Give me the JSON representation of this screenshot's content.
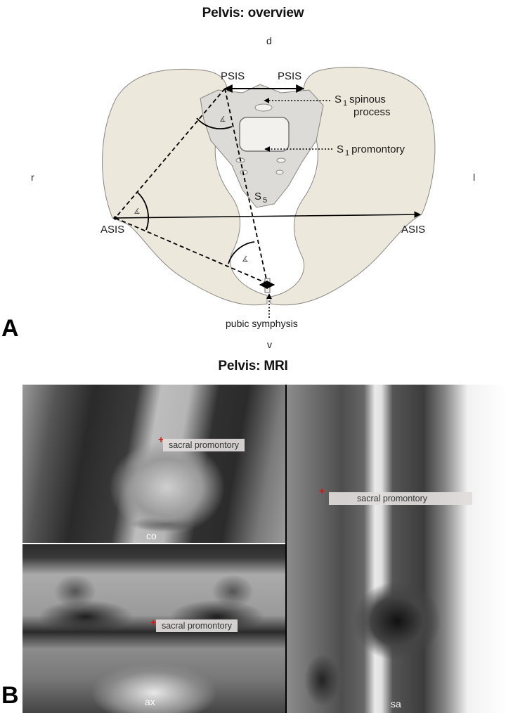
{
  "panel_a": {
    "letter": "A",
    "title": "Pelvis: overview",
    "orientation": {
      "dorsal": "d",
      "ventral": "v",
      "right": "r",
      "left": "l"
    },
    "labels": {
      "psis_left": "PSIS",
      "psis_right": "PSIS",
      "s1_spinous_line1": "spinous",
      "s1_spinous_line2": "process",
      "s1_promontory": "promontory",
      "s_prefix": "S",
      "s1_index": "1",
      "s5_index": "5",
      "asis_left": "ASIS",
      "asis_right": "ASIS",
      "pubic_symphysis": "pubic symphysis"
    },
    "colors": {
      "bone": "#ede8dc",
      "bone_outline": "#8a8680",
      "sacrum": "#dcdbd8",
      "line": "#000000"
    }
  },
  "panel_b": {
    "letter": "B",
    "title": "Pelvis: MRI",
    "images": [
      {
        "plane": "coronal",
        "code": "co",
        "annotation": "sacral promontory"
      },
      {
        "plane": "axial",
        "code": "ax",
        "annotation": "sacral promontory"
      },
      {
        "plane": "sagittal",
        "code": "sa",
        "annotation": "sacral promontory"
      }
    ],
    "marker_color": "#e01010"
  }
}
